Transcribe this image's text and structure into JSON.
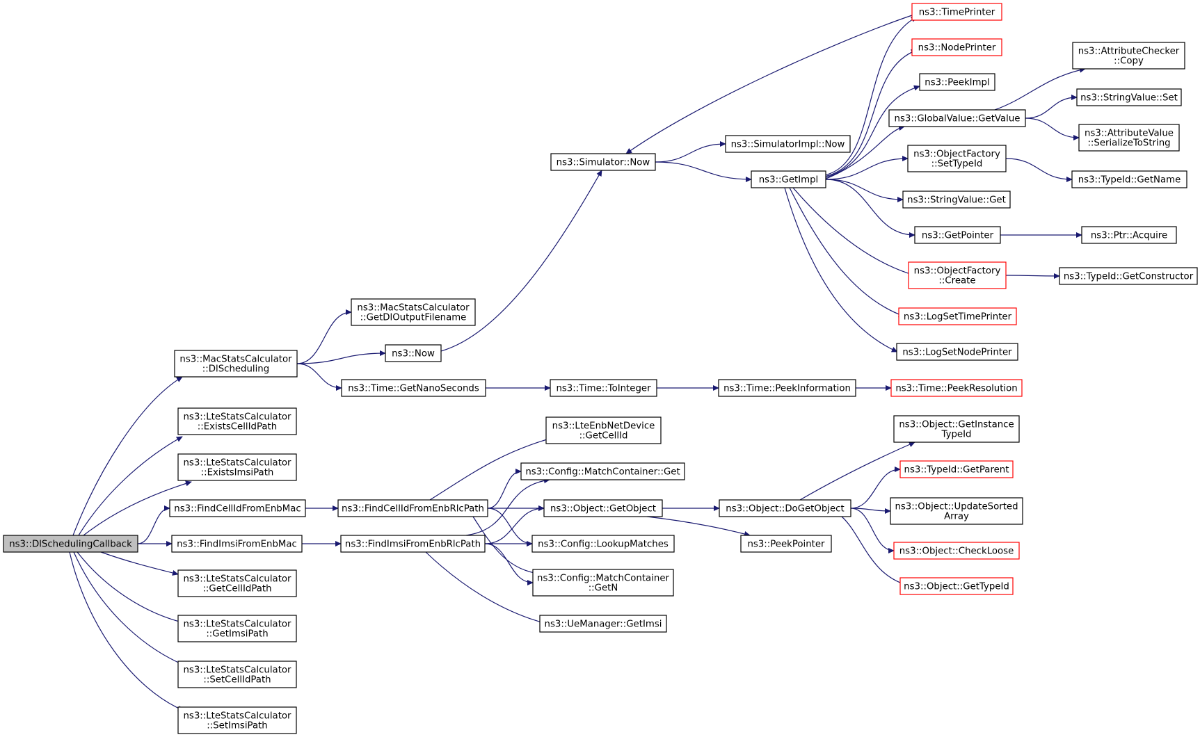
{
  "diagram": {
    "type": "call-graph",
    "nodes": [
      {
        "id": "root",
        "lines": [
          "ns3::DlSchedulingCallback"
        ],
        "style": "root"
      },
      {
        "id": "macDl",
        "lines": [
          "ns3::MacStatsCalculator",
          "::DlScheduling"
        ],
        "style": "normal"
      },
      {
        "id": "existsCell",
        "lines": [
          "ns3::LteStatsCalculator",
          "::ExistsCellIdPath"
        ],
        "style": "normal"
      },
      {
        "id": "existsImsi",
        "lines": [
          "ns3::LteStatsCalculator",
          "::ExistsImsiPath"
        ],
        "style": "normal"
      },
      {
        "id": "findCellMac",
        "lines": [
          "ns3::FindCellIdFromEnbMac"
        ],
        "style": "normal"
      },
      {
        "id": "findImsiMac",
        "lines": [
          "ns3::FindImsiFromEnbMac"
        ],
        "style": "normal"
      },
      {
        "id": "getCellPath",
        "lines": [
          "ns3::LteStatsCalculator",
          "::GetCellIdPath"
        ],
        "style": "normal"
      },
      {
        "id": "getImsiPath",
        "lines": [
          "ns3::LteStatsCalculator",
          "::GetImsiPath"
        ],
        "style": "normal"
      },
      {
        "id": "setCellPath",
        "lines": [
          "ns3::LteStatsCalculator",
          "::SetCellIdPath"
        ],
        "style": "normal"
      },
      {
        "id": "setImsiPath",
        "lines": [
          "ns3::LteStatsCalculator",
          "::SetImsiPath"
        ],
        "style": "normal"
      },
      {
        "id": "getDlOut",
        "lines": [
          "ns3::MacStatsCalculator",
          "::GetDlOutputFilename"
        ],
        "style": "normal"
      },
      {
        "id": "now",
        "lines": [
          "ns3::Now"
        ],
        "style": "normal"
      },
      {
        "id": "getNano",
        "lines": [
          "ns3::Time::GetNanoSeconds"
        ],
        "style": "normal"
      },
      {
        "id": "simNow",
        "lines": [
          "ns3::Simulator::Now"
        ],
        "style": "normal"
      },
      {
        "id": "simImplNow",
        "lines": [
          "ns3::SimulatorImpl::Now"
        ],
        "style": "normal"
      },
      {
        "id": "getImpl",
        "lines": [
          "ns3::GetImpl"
        ],
        "style": "normal"
      },
      {
        "id": "timePrinter",
        "lines": [
          "ns3::TimePrinter"
        ],
        "style": "red"
      },
      {
        "id": "nodePrinter",
        "lines": [
          "ns3::NodePrinter"
        ],
        "style": "red"
      },
      {
        "id": "peekImpl",
        "lines": [
          "ns3::PeekImpl"
        ],
        "style": "normal"
      },
      {
        "id": "gvGetValue",
        "lines": [
          "ns3::GlobalValue::GetValue"
        ],
        "style": "normal"
      },
      {
        "id": "ofSetTypeId",
        "lines": [
          "ns3::ObjectFactory",
          "::SetTypeId"
        ],
        "style": "normal"
      },
      {
        "id": "svGet",
        "lines": [
          "ns3::StringValue::Get"
        ],
        "style": "normal"
      },
      {
        "id": "getPointer",
        "lines": [
          "ns3::GetPointer"
        ],
        "style": "normal"
      },
      {
        "id": "ofCreate",
        "lines": [
          "ns3::ObjectFactory",
          "::Create"
        ],
        "style": "red"
      },
      {
        "id": "logTime",
        "lines": [
          "ns3::LogSetTimePrinter"
        ],
        "style": "red"
      },
      {
        "id": "logNode",
        "lines": [
          "ns3::LogSetNodePrinter"
        ],
        "style": "normal"
      },
      {
        "id": "acCopy",
        "lines": [
          "ns3::AttributeChecker",
          "::Copy"
        ],
        "style": "normal"
      },
      {
        "id": "svSet",
        "lines": [
          "ns3::StringValue::Set"
        ],
        "style": "normal"
      },
      {
        "id": "avSer",
        "lines": [
          "ns3::AttributeValue",
          "::SerializeToString"
        ],
        "style": "normal"
      },
      {
        "id": "tidGetName",
        "lines": [
          "ns3::TypeId::GetName"
        ],
        "style": "normal"
      },
      {
        "id": "ptrAcquire",
        "lines": [
          "ns3::Ptr::Acquire"
        ],
        "style": "normal"
      },
      {
        "id": "tidGetCtor",
        "lines": [
          "ns3::TypeId::GetConstructor"
        ],
        "style": "normal"
      },
      {
        "id": "toInteger",
        "lines": [
          "ns3::Time::ToInteger"
        ],
        "style": "normal"
      },
      {
        "id": "peekInfo",
        "lines": [
          "ns3::Time::PeekInformation"
        ],
        "style": "normal"
      },
      {
        "id": "peekRes",
        "lines": [
          "ns3::Time::PeekResolution"
        ],
        "style": "red"
      },
      {
        "id": "findCellRlc",
        "lines": [
          "ns3::FindCellIdFromEnbRlcPath"
        ],
        "style": "normal"
      },
      {
        "id": "findImsiRlc",
        "lines": [
          "ns3::FindImsiFromEnbRlcPath"
        ],
        "style": "normal"
      },
      {
        "id": "lteEnbGetCell",
        "lines": [
          "ns3::LteEnbNetDevice",
          "::GetCellId"
        ],
        "style": "normal"
      },
      {
        "id": "mcGet",
        "lines": [
          "ns3::Config::MatchContainer::Get"
        ],
        "style": "normal"
      },
      {
        "id": "objGetObject",
        "lines": [
          "ns3::Object::GetObject"
        ],
        "style": "normal"
      },
      {
        "id": "lookupMatches",
        "lines": [
          "ns3::Config::LookupMatches"
        ],
        "style": "normal"
      },
      {
        "id": "mcGetN",
        "lines": [
          "ns3::Config::MatchContainer",
          "::GetN"
        ],
        "style": "normal"
      },
      {
        "id": "ueGetImsi",
        "lines": [
          "ns3::UeManager::GetImsi"
        ],
        "style": "normal"
      },
      {
        "id": "doGetObject",
        "lines": [
          "ns3::Object::DoGetObject"
        ],
        "style": "normal"
      },
      {
        "id": "peekPointer",
        "lines": [
          "ns3::PeekPointer"
        ],
        "style": "normal"
      },
      {
        "id": "getInstTid",
        "lines": [
          "ns3::Object::GetInstance",
          "TypeId"
        ],
        "style": "normal"
      },
      {
        "id": "tidGetParent",
        "lines": [
          "ns3::TypeId::GetParent"
        ],
        "style": "red"
      },
      {
        "id": "updSorted",
        "lines": [
          "ns3::Object::UpdateSorted",
          "Array"
        ],
        "style": "normal"
      },
      {
        "id": "checkLoose",
        "lines": [
          "ns3::Object::CheckLoose"
        ],
        "style": "red"
      },
      {
        "id": "objGetTid",
        "lines": [
          "ns3::Object::GetTypeId"
        ],
        "style": "red"
      }
    ],
    "edges": [
      [
        "root",
        "macDl"
      ],
      [
        "root",
        "existsCell"
      ],
      [
        "root",
        "existsImsi"
      ],
      [
        "root",
        "findCellMac"
      ],
      [
        "root",
        "findImsiMac"
      ],
      [
        "root",
        "getCellPath"
      ],
      [
        "root",
        "getImsiPath"
      ],
      [
        "root",
        "setCellPath"
      ],
      [
        "root",
        "setImsiPath"
      ],
      [
        "macDl",
        "getDlOut"
      ],
      [
        "macDl",
        "now"
      ],
      [
        "macDl",
        "getNano"
      ],
      [
        "now",
        "simNow"
      ],
      [
        "simNow",
        "simImplNow"
      ],
      [
        "simNow",
        "getImpl"
      ],
      [
        "timePrinter",
        "simNow"
      ],
      [
        "getImpl",
        "timePrinter"
      ],
      [
        "getImpl",
        "nodePrinter"
      ],
      [
        "getImpl",
        "peekImpl"
      ],
      [
        "getImpl",
        "gvGetValue"
      ],
      [
        "getImpl",
        "ofSetTypeId"
      ],
      [
        "getImpl",
        "svGet"
      ],
      [
        "getImpl",
        "getPointer"
      ],
      [
        "getImpl",
        "ofCreate"
      ],
      [
        "getImpl",
        "logTime"
      ],
      [
        "getImpl",
        "logNode"
      ],
      [
        "gvGetValue",
        "acCopy"
      ],
      [
        "gvGetValue",
        "svSet"
      ],
      [
        "gvGetValue",
        "avSer"
      ],
      [
        "ofSetTypeId",
        "tidGetName"
      ],
      [
        "getPointer",
        "ptrAcquire"
      ],
      [
        "ofCreate",
        "tidGetCtor"
      ],
      [
        "getNano",
        "toInteger"
      ],
      [
        "toInteger",
        "peekInfo"
      ],
      [
        "peekInfo",
        "peekRes"
      ],
      [
        "findCellMac",
        "findCellRlc"
      ],
      [
        "findImsiMac",
        "findImsiRlc"
      ],
      [
        "findCellRlc",
        "lteEnbGetCell"
      ],
      [
        "findCellRlc",
        "mcGet"
      ],
      [
        "findCellRlc",
        "objGetObject"
      ],
      [
        "findCellRlc",
        "lookupMatches"
      ],
      [
        "findCellRlc",
        "mcGetN"
      ],
      [
        "findImsiRlc",
        "mcGet"
      ],
      [
        "findImsiRlc",
        "objGetObject"
      ],
      [
        "findImsiRlc",
        "lookupMatches"
      ],
      [
        "findImsiRlc",
        "mcGetN"
      ],
      [
        "findImsiRlc",
        "ueGetImsi"
      ],
      [
        "objGetObject",
        "doGetObject"
      ],
      [
        "objGetObject",
        "peekPointer"
      ],
      [
        "doGetObject",
        "getInstTid"
      ],
      [
        "doGetObject",
        "tidGetParent"
      ],
      [
        "doGetObject",
        "updSorted"
      ],
      [
        "doGetObject",
        "checkLoose"
      ],
      [
        "doGetObject",
        "objGetTid"
      ]
    ]
  }
}
